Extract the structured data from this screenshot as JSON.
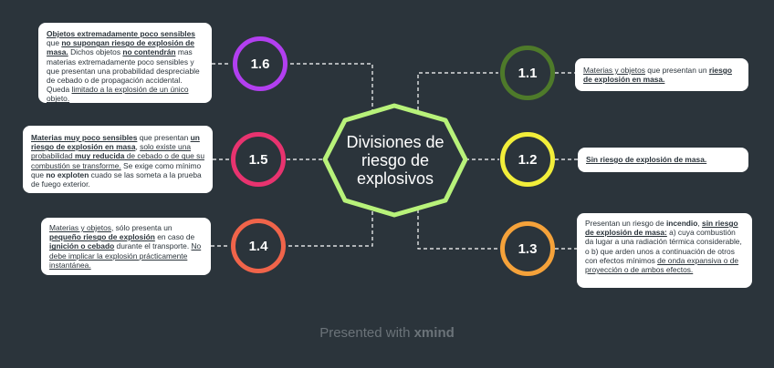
{
  "central": {
    "title": "Divisiones de riesgo de explosivos",
    "color": "#b8f27a"
  },
  "nodes": [
    {
      "id": "1.6",
      "color": "#b23ff0",
      "segments": [
        {
          "t": "Objetos extremadamente poco sensibles",
          "b": true,
          "u": true
        },
        {
          "t": " que "
        },
        {
          "t": "no supongan riesgo de explosión de masa.",
          "b": true,
          "u": true
        },
        {
          "t": " Dichos objetos "
        },
        {
          "t": "no contendrán",
          "b": true,
          "u": true
        },
        {
          "t": " mas materias extremadamente poco sensibles y que presentan una probabilidad despreciable de cebado o de propagación accidental. Queda "
        },
        {
          "t": "limitado a la explosión de un único objeto.",
          "u": true
        }
      ]
    },
    {
      "id": "1.5",
      "color": "#e8336f",
      "segments": [
        {
          "t": "Materias muy poco sensibles",
          "b": true,
          "u": true
        },
        {
          "t": " que presentan "
        },
        {
          "t": "un riesgo de explosión en masa",
          "b": true,
          "u": true
        },
        {
          "t": ", "
        },
        {
          "t": "solo existe una probabilidad ",
          "u": true
        },
        {
          "t": "muy reducida",
          "b": true,
          "u": true
        },
        {
          "t": " de cebado o de que su combustión se transforme.",
          "u": true
        },
        {
          "t": " Se exige como mínimo que "
        },
        {
          "t": "no exploten",
          "b": true
        },
        {
          "t": " cuado se las someta a la prueba de fuego exterior."
        }
      ]
    },
    {
      "id": "1.4",
      "color": "#f0644a",
      "segments": [
        {
          "t": "Materias y objetos",
          "u": true
        },
        {
          "t": ", sólo presenta un "
        },
        {
          "t": "pequeño riesgo de explosión",
          "b": true,
          "u": true
        },
        {
          "t": " en caso de "
        },
        {
          "t": "ignición o cebado",
          "b": true,
          "u": true
        },
        {
          "t": " durante el transporte. "
        },
        {
          "t": "No debe implicar la explosión prácticamente instantánea.",
          "u": true
        }
      ]
    },
    {
      "id": "1.1",
      "color": "#4e7a2a",
      "segments": [
        {
          "t": "Materias y objetos",
          "u": true
        },
        {
          "t": " que presentan un "
        },
        {
          "t": "riesgo de explosión en masa.",
          "b": true,
          "u": true
        }
      ]
    },
    {
      "id": "1.2",
      "color": "#f2ee3a",
      "segments": [
        {
          "t": "Sin riesgo de explosión de masa.",
          "b": true,
          "u": true
        }
      ]
    },
    {
      "id": "1.3",
      "color": "#f5a23a",
      "segments": [
        {
          "t": "Presentan un riesgo de "
        },
        {
          "t": "incendio",
          "b": true
        },
        {
          "t": ", "
        },
        {
          "t": "sin riesgo de explosión de masa:",
          "b": true,
          "u": true
        },
        {
          "t": " a) cuya combustión da lugar a una radiación térmica considerable, o b) que arden unos a continuación de otros con efectos mínimos "
        },
        {
          "t": "de onda expansiva o de proyección o de ambos efectos.",
          "u": true
        }
      ]
    }
  ],
  "footer": {
    "prefix": "Presented with ",
    "brand": "xmind"
  }
}
